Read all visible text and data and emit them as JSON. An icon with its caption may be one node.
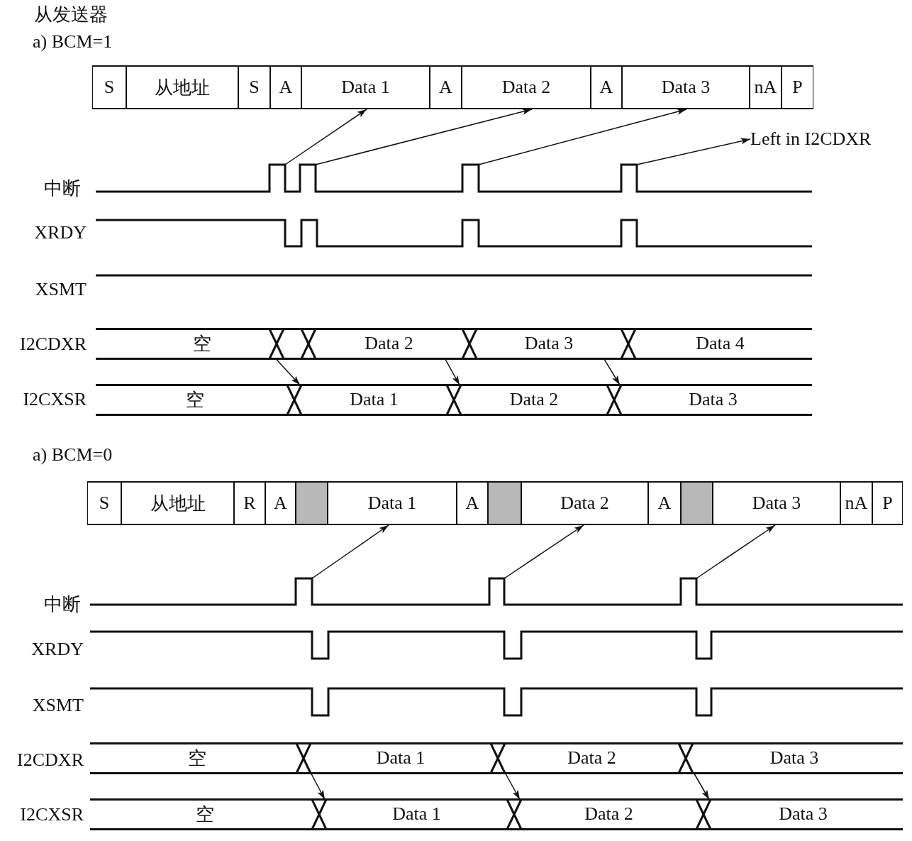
{
  "diagram": {
    "title": "从发送器",
    "nodes": [
      {
        "text": [
          "S"
        ]
      },
      {
        "text": [
          "从地址"
        ]
      },
      {
        "text": [
          "S"
        ]
      },
      {
        "text": [
          "A"
        ]
      },
      {
        "text": [
          "Data 1"
        ]
      },
      {
        "text": [
          "A"
        ]
      },
      {
        "text": [
          "Data 2"
        ]
      },
      {
        "text": [
          "A"
        ]
      },
      {
        "text": [
          "Data 3"
        ]
      },
      {
        "text": [
          "nA"
        ]
      },
      {
        "text": [
          "P"
        ]
      },
      {
        "text": [
          "Left in I2CDXR"
        ]
      },
      {
        "text": [
          "空"
        ]
      },
      {
        "text": [
          "Data 2"
        ]
      },
      {
        "text": [
          "Data 3"
        ]
      },
      {
        "text": [
          "Data 4"
        ]
      },
      {
        "text": [
          "空"
        ]
      },
      {
        "text": [
          "Data 1"
        ]
      },
      {
        "text": [
          "Data 2"
        ]
      },
      {
        "text": [
          "Data 3"
        ]
      },
      {
        "text": [
          "S"
        ]
      },
      {
        "text": [
          "从地址"
        ]
      },
      {
        "text": [
          "R"
        ]
      },
      {
        "text": [
          "A"
        ]
      },
      {
        "text": [],
        "shape": "box"
      },
      {
        "text": [
          "Data 1"
        ]
      },
      {
        "text": [
          "A"
        ]
      },
      {
        "text": [],
        "shape": "box"
      },
      {
        "text": [
          "Data 2"
        ]
      },
      {
        "text": [
          "A"
        ]
      },
      {
        "text": [],
        "shape": "box"
      },
      {
        "text": [
          "Data 3"
        ]
      },
      {
        "text": [
          "nA"
        ]
      },
      {
        "text": [
          "P"
        ]
      },
      {
        "text": [
          "空"
        ]
      },
      {
        "text": [
          "Data 1"
        ]
      },
      {
        "text": [
          "Data 2"
        ]
      },
      {
        "text": [
          "Data 3"
        ]
      },
      {
        "text": [
          "空"
        ]
      },
      {
        "text": [
          "Data 1"
        ]
      },
      {
        "text": [
          "Data 2"
        ]
      },
      {
        "text": [
          "Data 3"
        ]
      }
    ],
    "edges": [
      {
        "from": null,
        "to": 4,
        "arrow": "to"
      },
      {
        "from": null,
        "to": 6,
        "arrow": "to"
      },
      {
        "from": null,
        "to": 8,
        "arrow": "to"
      },
      {
        "from": null,
        "to": 11,
        "arrow": "to"
      },
      {
        "from": 12,
        "to": 17,
        "arrow": "to"
      },
      {
        "from": 13,
        "to": 18,
        "arrow": "to"
      },
      {
        "from": 14,
        "to": 19,
        "arrow": "to"
      },
      {
        "from": null,
        "to": 25,
        "arrow": "to"
      },
      {
        "from": null,
        "to": 28,
        "arrow": "to"
      },
      {
        "from": null,
        "to": 31,
        "arrow": "to"
      },
      {
        "from": 35,
        "to": 39,
        "arrow": "to"
      },
      {
        "from": 36,
        "to": 40,
        "arrow": "to"
      },
      {
        "from": 37,
        "to": 41,
        "arrow": "to"
      }
    ],
    "labels": [
      "a) BCM=1",
      "中断",
      "XRDY",
      "XSMT",
      "I2CDXR",
      "I2CXSR",
      "a) BCM=0",
      "中断",
      "XRDY",
      "XSMT",
      "I2CDXR",
      "I2CXSR"
    ]
  }
}
